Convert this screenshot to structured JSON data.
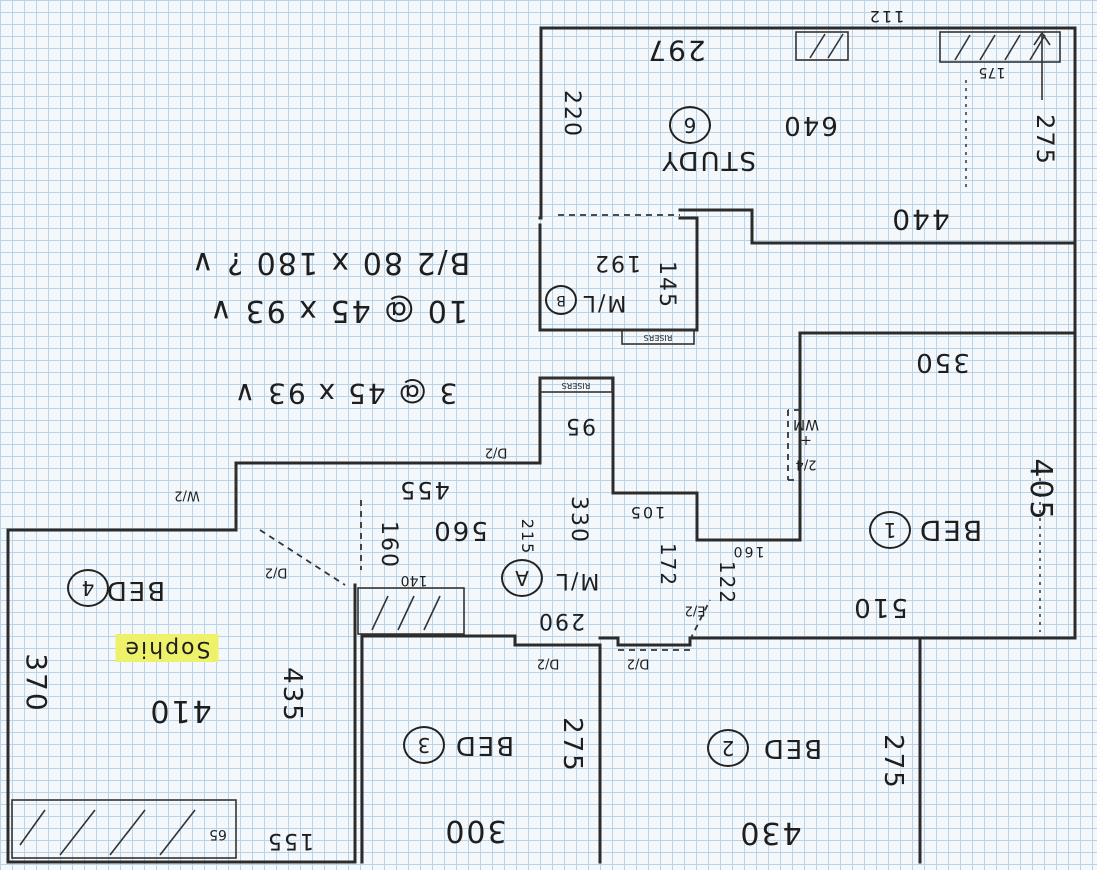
{
  "rooms": {
    "study": {
      "label": "STUDY",
      "number": "6",
      "area": "640",
      "dims": [
        "297",
        "220",
        "275",
        "440",
        "112"
      ]
    },
    "bed1": {
      "label": "BED",
      "number": "1",
      "dims": [
        "350",
        "405",
        "510",
        "160"
      ]
    },
    "bed2": {
      "label": "BED",
      "number": "2",
      "dims": [
        "275",
        "430"
      ]
    },
    "bed3": {
      "label": "BED",
      "number": "3",
      "dims": [
        "275",
        "300"
      ]
    },
    "bed4": {
      "label": "BED",
      "number": "4",
      "area": "410",
      "dims": [
        "370",
        "435",
        "155",
        "65"
      ],
      "note": "Sophie"
    },
    "ml_a": {
      "label": "M/L",
      "number": "A",
      "dims": [
        "560",
        "455",
        "160",
        "215",
        "330",
        "290",
        "172",
        "122",
        "105",
        "95"
      ]
    },
    "ml_b": {
      "label": "M/L",
      "number": "B",
      "dims": [
        "192",
        "145"
      ]
    }
  },
  "notes": {
    "line1": "B/2 80 x 180 ? ∨",
    "line2": "10 @ 45 x 93 ∨",
    "line3": "3 @ 45 x 93 ∨"
  },
  "small_labels": {
    "half_d": "D/2",
    "w2": "W/2",
    "wm_two": "2/4",
    "wm_top": "WM",
    "plus": "+",
    "e_wall": "E/2",
    "tiny": "RISERS",
    "h140": "140",
    "h160": "160",
    "d175": "175"
  }
}
